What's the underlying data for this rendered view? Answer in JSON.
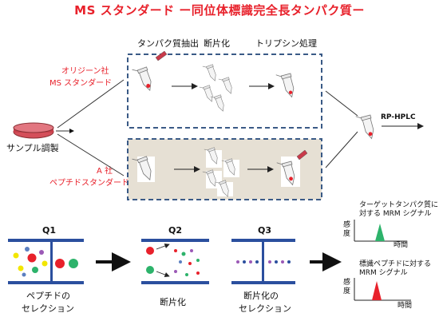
{
  "title": "MS スタンダード ー同位体標識完全長タンパク質ー",
  "steps": [
    "タンパク質抽出",
    "断片化",
    "トリプシン処理"
  ],
  "sample_label": "サンプル調製",
  "standards": [
    {
      "line1": "オリジーン社",
      "line2": "MS スタンダード"
    },
    {
      "line1": "A 社",
      "line2": "ペプチドスタンダード"
    }
  ],
  "hplc_label": "RP-HPLC",
  "quads": [
    {
      "title": "Q1",
      "caption1": "ペプチドの",
      "caption2": "セレクション"
    },
    {
      "title": "Q2",
      "caption1": "断片化",
      "caption2": ""
    },
    {
      "title": "Q3",
      "caption1": "断片化の",
      "caption2": "セレクション"
    }
  ],
  "signals": [
    {
      "line1": "ターゲットタンパク質に",
      "line2": "対する MRM シグナル",
      "ylabel1": "感",
      "ylabel2": "度",
      "xlabel": "時間",
      "peak_color": "#2db36b"
    },
    {
      "line1": "標識ペプチドに対する",
      "line2": "MRM シグナル",
      "ylabel1": "感",
      "ylabel2": "度",
      "xlabel": "時間",
      "peak_color": "#e8212b"
    }
  ],
  "colors": {
    "accent": "#e8212b",
    "box_border": "#3a5a86",
    "box2_fill": "#e6e0d4",
    "quad_blue": "#2b4f9e"
  }
}
